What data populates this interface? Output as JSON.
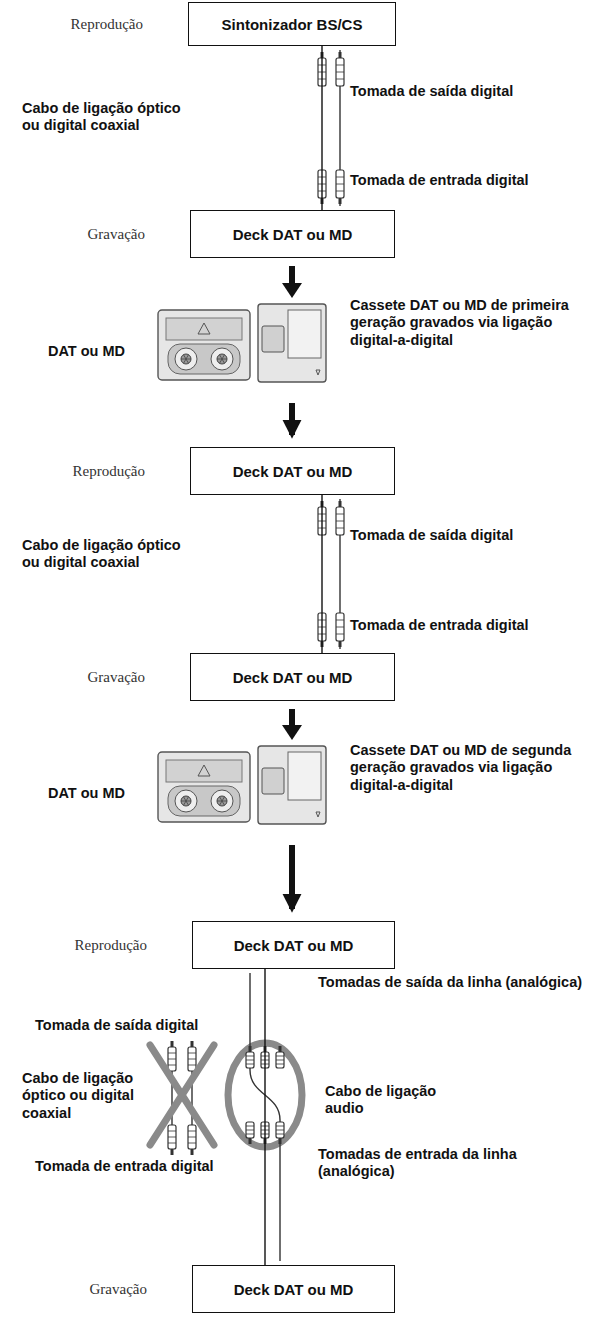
{
  "diagram": {
    "nodes": [
      {
        "text": [
          "Reprodução",
          "Sintonizador BS/CS"
        ]
      },
      {
        "text": [
          "Gravação",
          "Deck DAT ou MD"
        ]
      },
      {
        "text": [
          "Reprodução",
          "Deck DAT ou MD"
        ]
      },
      {
        "text": [
          "Gravação",
          "Deck DAT ou MD"
        ]
      },
      {
        "text": [
          "Reprodução",
          "Deck DAT ou MD"
        ]
      },
      {
        "text": [
          "Gravação",
          "Deck DAT ou MD"
        ]
      }
    ],
    "edges": [
      {
        "from": 0,
        "to": 1,
        "arrow": "none"
      },
      {
        "from": 1,
        "to": 2,
        "arrow": "to"
      },
      {
        "from": 2,
        "to": 3,
        "arrow": "none"
      },
      {
        "from": 3,
        "to": 4,
        "arrow": "to"
      },
      {
        "from": 4,
        "to": 5,
        "arrow": "none"
      }
    ],
    "labels": [
      "Cabo de ligação óptico ou digital coaxial",
      "Tomada de saída digital",
      "Tomada de entrada digital",
      "DAT ou MD",
      "Cassete DAT ou MD de primeira geração gravados via ligação digital-a-digital",
      "Cabo de ligação óptico ou digital coaxial",
      "Tomada de saída digital",
      "Tomada de entrada digital",
      "DAT ou MD",
      "Cassete DAT ou MD de segunda geração gravados via ligação digital-a-digital",
      "Tomada de saída digital",
      "Tomadas de saída da linha (analógica)",
      "Cabo de ligação óptico ou digital coaxial",
      "Cabo de ligação audio",
      "Tomada de entrada digital",
      "Tomadas de entrada da linha (analógica)"
    ]
  }
}
